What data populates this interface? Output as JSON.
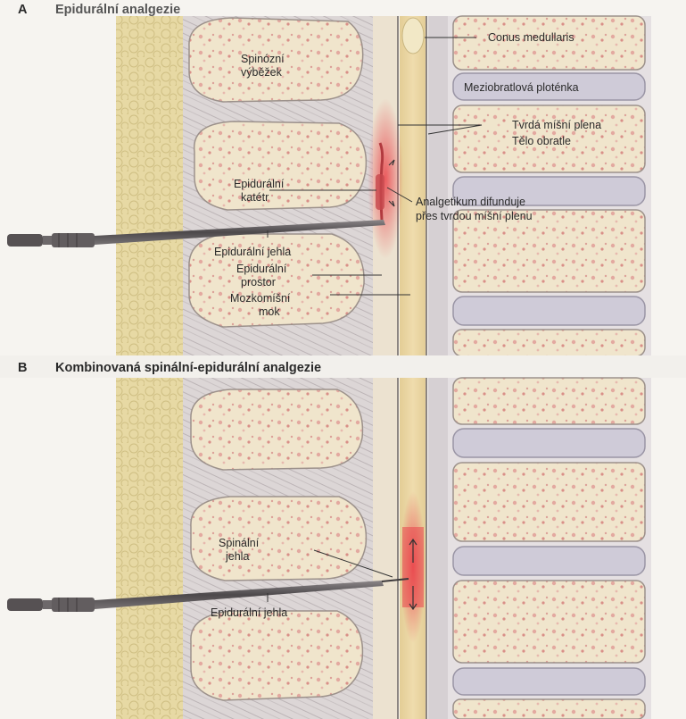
{
  "panel_a": {
    "letter": "A",
    "title": "Epidurální analgezie",
    "labels": {
      "spinous_1": "Spinózní",
      "spinous_2": "výběžek",
      "conus": "Conus medullaris",
      "disc": "Meziobratlová ploténka",
      "dura": "Tvrdá míšní plena",
      "vertebra_body": "Tělo obratle",
      "catheter_1": "Epidurální",
      "catheter_2": "katétr",
      "analgesic_1": "Analgetikum difunduje",
      "analgesic_2": "přes tvrdou míšní plenu",
      "needle": "Epidurální jehla",
      "space_1": "Epidurální",
      "space_2": "prostor",
      "csf_1": "Mozkomíšní",
      "csf_2": "mok"
    }
  },
  "panel_b": {
    "letter": "B",
    "title": "Kombinovaná spinální-epidurální analgezie",
    "labels": {
      "spinal_needle_1": "Spinální",
      "spinal_needle_2": "jehla",
      "epidural_needle": "Epidurální jehla"
    }
  },
  "colors": {
    "bone": "#efe3c8",
    "bone_spots": "#e9b2a8",
    "fat": "#e7d9a4",
    "ligament": "#d9d4d4",
    "disc": "#cfcbd8",
    "cord": "#e9d6a4",
    "needle": "#5e5a5c",
    "anesthetic": "#e9434a"
  }
}
